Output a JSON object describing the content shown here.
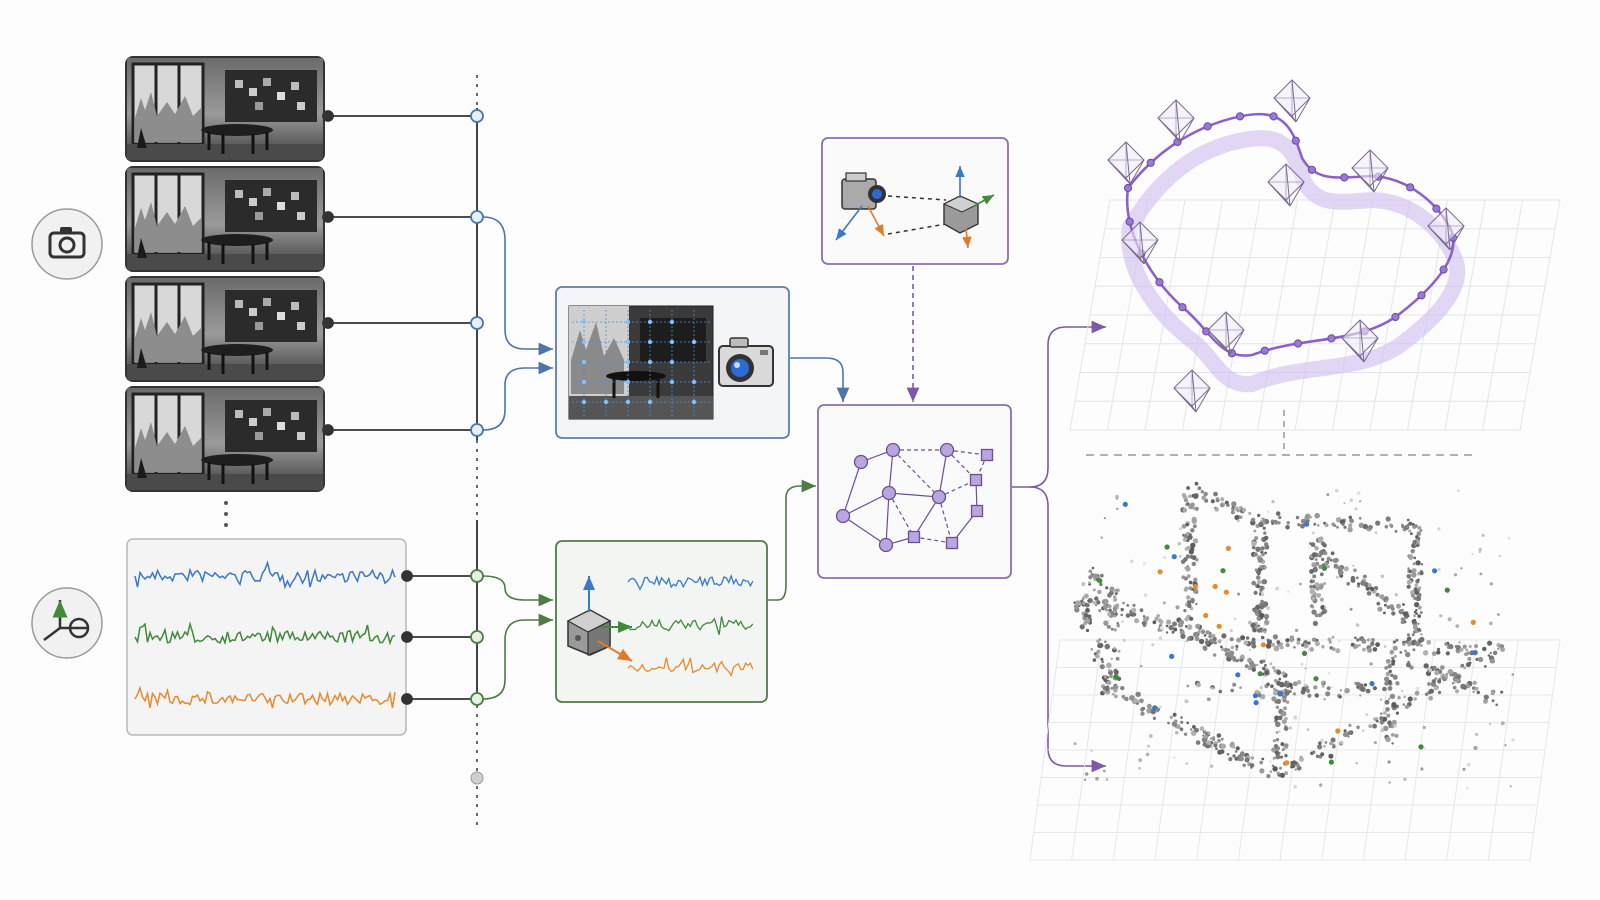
{
  "diagram": {
    "type": "visual-inertial-slam-pipeline",
    "camera_frames": [
      {
        "id": "frame-1",
        "icon": "office-room-photo"
      },
      {
        "id": "frame-2",
        "icon": "office-room-photo"
      },
      {
        "id": "frame-3",
        "icon": "office-room-photo"
      },
      {
        "id": "frame-4",
        "icon": "office-room-photo"
      }
    ],
    "imu_signals": [
      {
        "id": "signal-x",
        "color": "#3a78c9"
      },
      {
        "id": "signal-y",
        "color": "#3f8a3b"
      },
      {
        "id": "signal-z",
        "color": "#e88a2e"
      }
    ],
    "sensor_icons": [
      "camera-icon",
      "imu-axes-icon"
    ],
    "modules": [
      {
        "id": "visual-frontend",
        "icon": "feature-grid-camera-icon",
        "border": "#5b7fa8"
      },
      {
        "id": "inertial-frontend",
        "icon": "imu-cube-icon",
        "border": "#4f7b45"
      },
      {
        "id": "extrinsic-calibration",
        "icon": "camera-imu-transform-icon",
        "border": "#8a6fb0"
      },
      {
        "id": "factor-graph-optimization",
        "icon": "pose-graph-icon",
        "border": "#8a6fb0"
      }
    ],
    "outputs": [
      "camera-trajectory",
      "sparse-point-cloud-map"
    ],
    "colors": {
      "camera_line": "#4f74a8",
      "imu_line": "#4f7b45",
      "output_line": "#7d5aa6",
      "bus": "#444444",
      "node_fill_camera": "#e6f0fb",
      "node_fill_imu": "#e4f3e0"
    }
  }
}
